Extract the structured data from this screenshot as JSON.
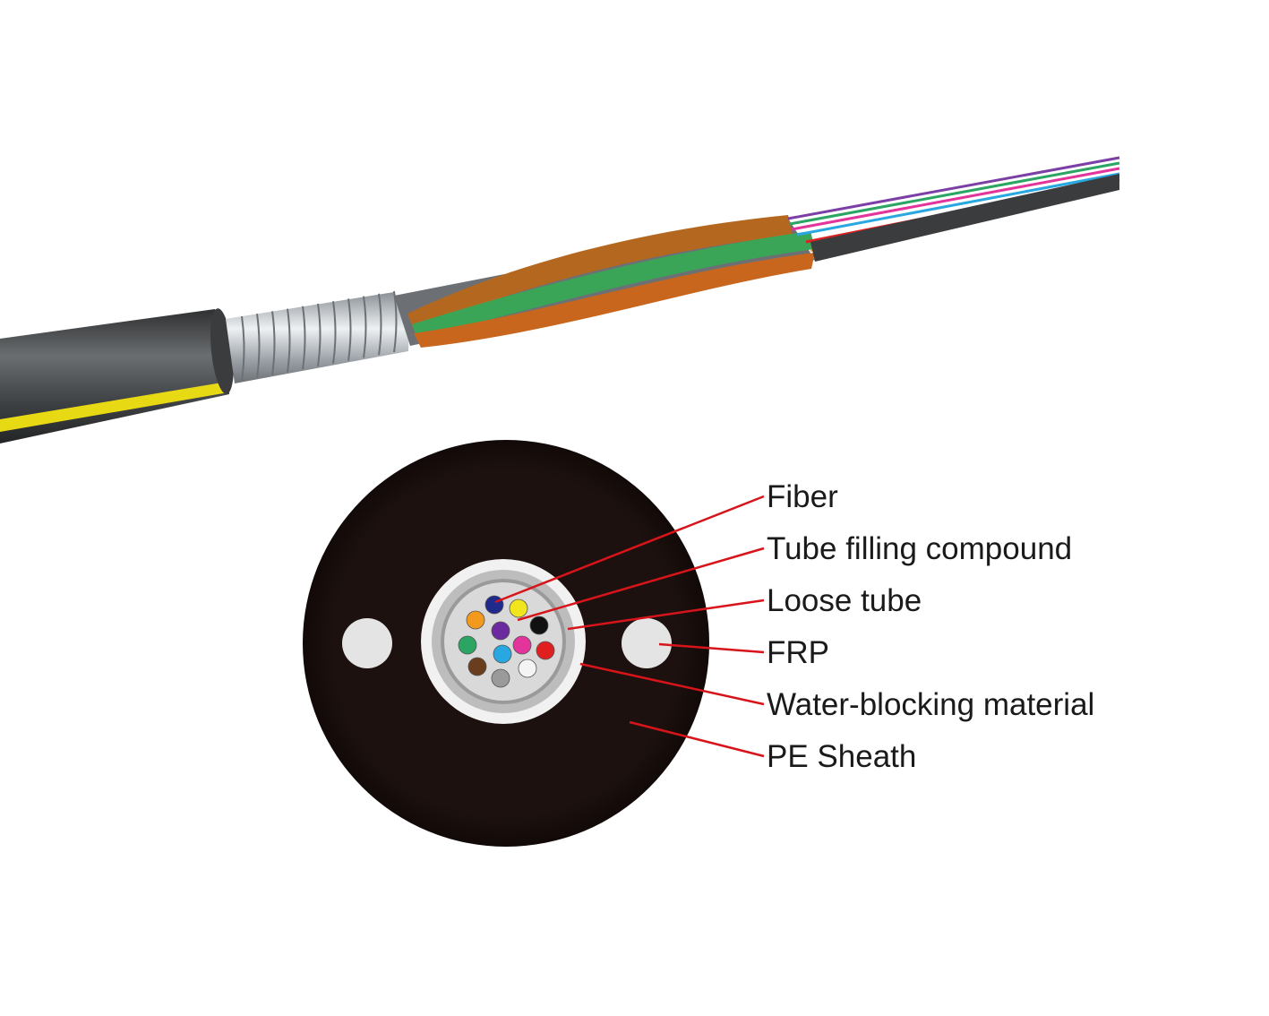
{
  "diagram": {
    "labels": [
      "Fiber",
      "Tube filling compound",
      "Loose tube",
      "FRP",
      "Water-blocking material",
      "PE Sheath"
    ],
    "leader_color": "#d7141a"
  },
  "cable_photo": {
    "sheath_color": "#4a4d4f",
    "stripe_color": "#e8d915",
    "armor_color": "#c8ccd0",
    "tube_colors": [
      "#b4681f",
      "#3aa556",
      "#c8661e"
    ]
  },
  "cross_section": {
    "sheath_color": "#1a0f0d",
    "tube_color": "#bdbdbd",
    "fiber_colors": [
      "#1f2a8c",
      "#f1e61e",
      "#f39a1e",
      "#6b2a9e",
      "#111111",
      "#2aa562",
      "#29a7e0",
      "#e2349a",
      "#e02020",
      "#6a3d1e",
      "#9a9a9a",
      "#f4f4f4"
    ]
  }
}
